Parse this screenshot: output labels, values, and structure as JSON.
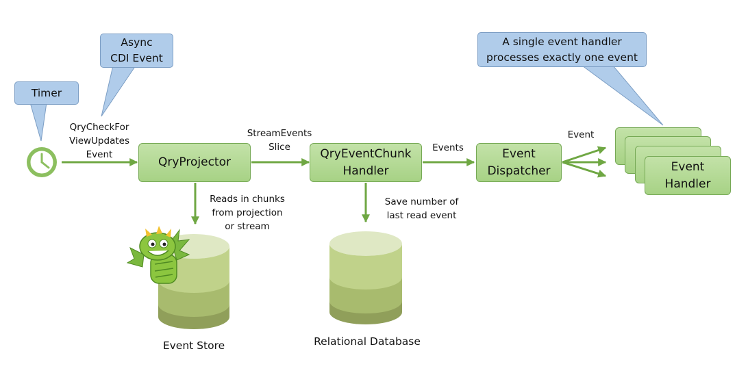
{
  "callouts": {
    "timer": "Timer",
    "async_cdi": "Async\nCDI Event",
    "single_handler": "A single event handler\nprocesses exactly one event"
  },
  "boxes": {
    "qry_projector": "QryProjector",
    "chunk_handler": "QryEventChunk\nHandler",
    "event_dispatcher": "Event\nDispatcher",
    "event_handler": "Event\nHandler"
  },
  "labels": {
    "check_event": "QryCheckFor\nViewUpdates\nEvent",
    "stream_slice": "StreamEvents\nSlice",
    "events": "Events",
    "event": "Event",
    "reads_chunks": "Reads in chunks\nfrom projection\nor stream",
    "save_number": "Save number of\nlast read event"
  },
  "stores": {
    "event_store": "Event Store",
    "relational_db": "Relational Database"
  },
  "icons": {
    "timer": "clock-icon",
    "mascot": "dragon-mascot-icon"
  },
  "colors": {
    "arrow_green": "#6fa743",
    "box_fill": "#b6dc97",
    "callout_fill": "#b0ccea",
    "db_top": "#dfe8c4",
    "db_band1": "#c0d28a",
    "db_band2": "#a8bb6e",
    "db_band3": "#909f5a"
  }
}
